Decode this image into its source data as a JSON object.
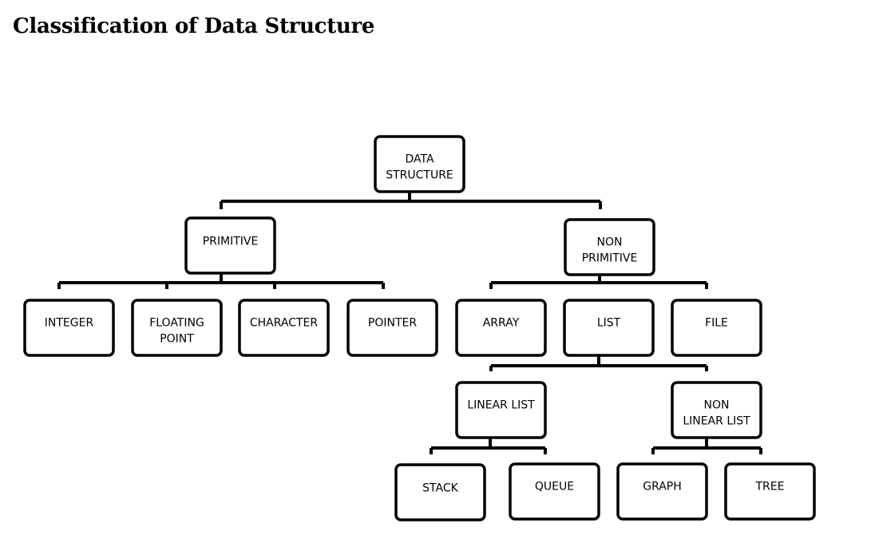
{
  "title": "Classification of Data Structure",
  "diagram": {
    "nodes": {
      "data_structure": [
        "DATA",
        "STRUCTURE"
      ],
      "primitive": [
        "PRIMITIVE"
      ],
      "non_primitive": [
        "NON",
        "PRIMITIVE"
      ],
      "integer": [
        "INTEGER"
      ],
      "floating_point": [
        "FLOATING",
        "POINT"
      ],
      "character": [
        "CHARACTER"
      ],
      "pointer": [
        "POINTER"
      ],
      "array": [
        "ARRAY"
      ],
      "list": [
        "LIST"
      ],
      "file": [
        "FILE"
      ],
      "linear_list": [
        "LINEAR LIST"
      ],
      "non_linear_list": [
        "NON",
        "LINEAR LIST"
      ],
      "stack": [
        "STACK"
      ],
      "queue": [
        "QUEUE"
      ],
      "graph": [
        "GRAPH"
      ],
      "tree": [
        "TREE"
      ]
    },
    "edges": [
      [
        "data_structure",
        "primitive"
      ],
      [
        "data_structure",
        "non_primitive"
      ],
      [
        "primitive",
        "integer"
      ],
      [
        "primitive",
        "floating_point"
      ],
      [
        "primitive",
        "character"
      ],
      [
        "primitive",
        "pointer"
      ],
      [
        "non_primitive",
        "array"
      ],
      [
        "non_primitive",
        "list"
      ],
      [
        "non_primitive",
        "file"
      ],
      [
        "list",
        "linear_list"
      ],
      [
        "list",
        "non_linear_list"
      ],
      [
        "linear_list",
        "stack"
      ],
      [
        "linear_list",
        "queue"
      ],
      [
        "non_linear_list",
        "graph"
      ],
      [
        "non_linear_list",
        "tree"
      ]
    ]
  }
}
